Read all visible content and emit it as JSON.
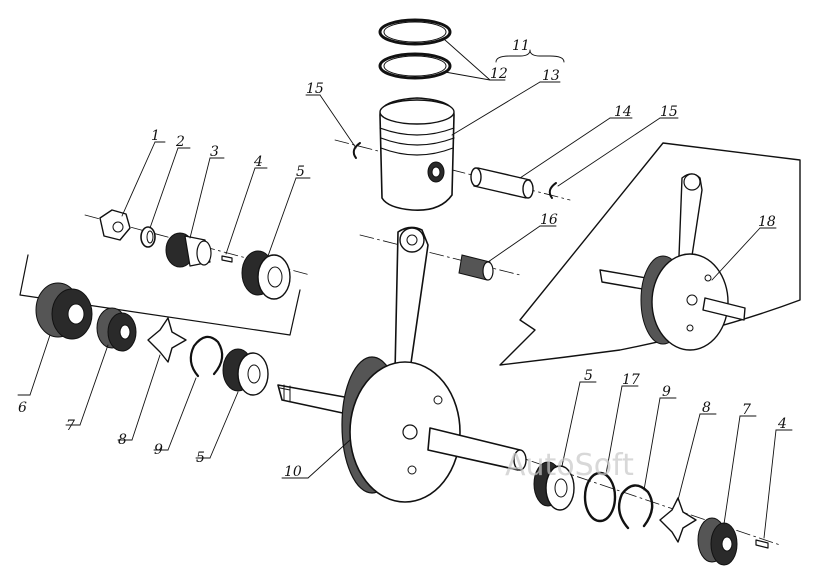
{
  "watermark": "AutoSoft",
  "callouts": [
    {
      "id": "1",
      "text": "1"
    },
    {
      "id": "2",
      "text": "2"
    },
    {
      "id": "3",
      "text": "3"
    },
    {
      "id": "4a",
      "text": "4"
    },
    {
      "id": "5a",
      "text": "5"
    },
    {
      "id": "6",
      "text": "6"
    },
    {
      "id": "7a",
      "text": "7"
    },
    {
      "id": "8a",
      "text": "8"
    },
    {
      "id": "9a",
      "text": "9"
    },
    {
      "id": "5b",
      "text": "5"
    },
    {
      "id": "10",
      "text": "10"
    },
    {
      "id": "11",
      "text": "11"
    },
    {
      "id": "12",
      "text": "12"
    },
    {
      "id": "13",
      "text": "13"
    },
    {
      "id": "14",
      "text": "14"
    },
    {
      "id": "15a",
      "text": "15"
    },
    {
      "id": "15b",
      "text": "15"
    },
    {
      "id": "16",
      "text": "16"
    },
    {
      "id": "18",
      "text": "18"
    },
    {
      "id": "5c",
      "text": "5"
    },
    {
      "id": "17",
      "text": "17"
    },
    {
      "id": "9b",
      "text": "9"
    },
    {
      "id": "8b",
      "text": "8"
    },
    {
      "id": "7b",
      "text": "7"
    },
    {
      "id": "4b",
      "text": "4"
    }
  ]
}
